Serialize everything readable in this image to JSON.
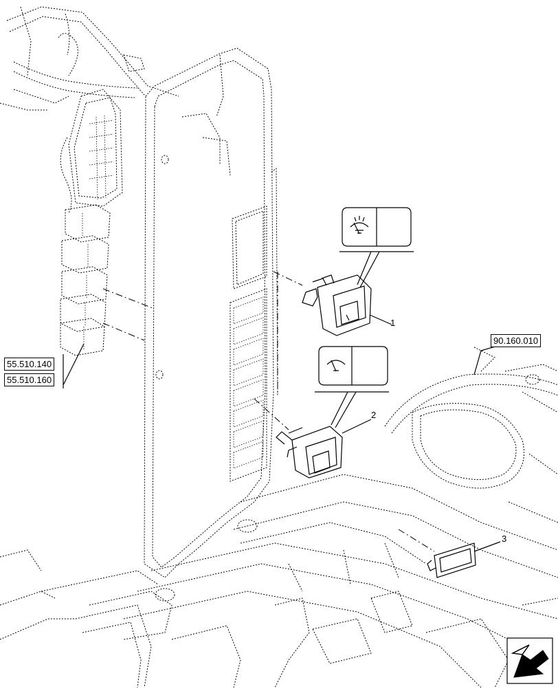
{
  "references": {
    "ref_a": "55.510.140",
    "ref_b": "55.510.160",
    "ref_c": "90.160.010"
  },
  "callouts": {
    "c1": "1",
    "c2": "2",
    "c3": "3"
  },
  "icons": {
    "symbol_1": "windshield-washer-wiper-icon",
    "symbol_2": "windshield-wiper-icon",
    "nav": "previous-page-arrow-icon"
  }
}
